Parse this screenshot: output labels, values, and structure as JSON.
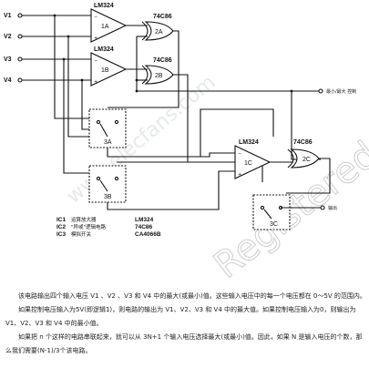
{
  "inputs": [
    "V1",
    "V2",
    "V3",
    "V4"
  ],
  "opamps": {
    "part": "LM324",
    "units": [
      "1A",
      "1B",
      "1C"
    ]
  },
  "xor_gates": {
    "part": "74C86",
    "units": [
      "2A",
      "2B",
      "2C"
    ]
  },
  "switches": [
    "3A",
    "3B",
    "3C"
  ],
  "outputs": {
    "minmax_control": "最小/最大\n控制",
    "output": "输出"
  },
  "legend": [
    {
      "id": "IC1",
      "desc": "运算放大器",
      "part": "LM324"
    },
    {
      "id": "IC2",
      "desc": "\"异或\"逻辑电路",
      "part": "74C86"
    },
    {
      "id": "IC3",
      "desc": "模拟开关",
      "part": "CA4066B"
    }
  ],
  "watermarks": [
    "www.elecfans.com",
    "Registered"
  ],
  "description": [
    "该电路输出四个输入电压 V1 、V2 、V3 和 V4 中的最大(或最小)值。这些输入电压中的每一个电压都在 0～5V 的范围内。",
    "如果控制电压输入为5V(即逻辑1)，则电路的输出为 V1、V2、V3 和 V4 中的最大值。如果控制电压输入为0，则输出为 V1、V2、V3 和 V4 中的最小值。",
    "如果把 n 个这样的电路串联起来，就可以从 3N+1 个输入电压选择最大(或最小)值。因此，如果 N 是输入电压的个数，那么我们需要(N-1)/3个该电路。"
  ]
}
